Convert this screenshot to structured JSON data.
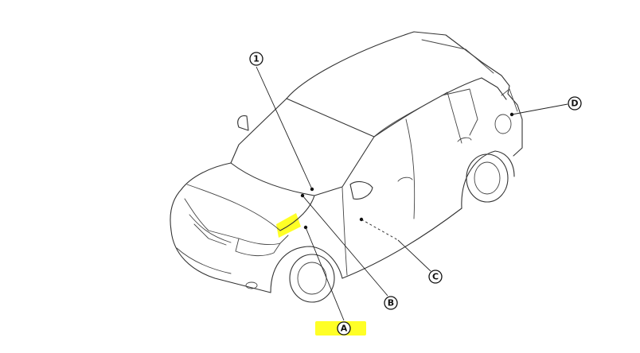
{
  "callouts": {
    "item1": "1",
    "A": "A",
    "B": "B",
    "C": "C",
    "D": "D"
  },
  "colors": {
    "highlight": "#ffff00",
    "line": "#333333"
  }
}
